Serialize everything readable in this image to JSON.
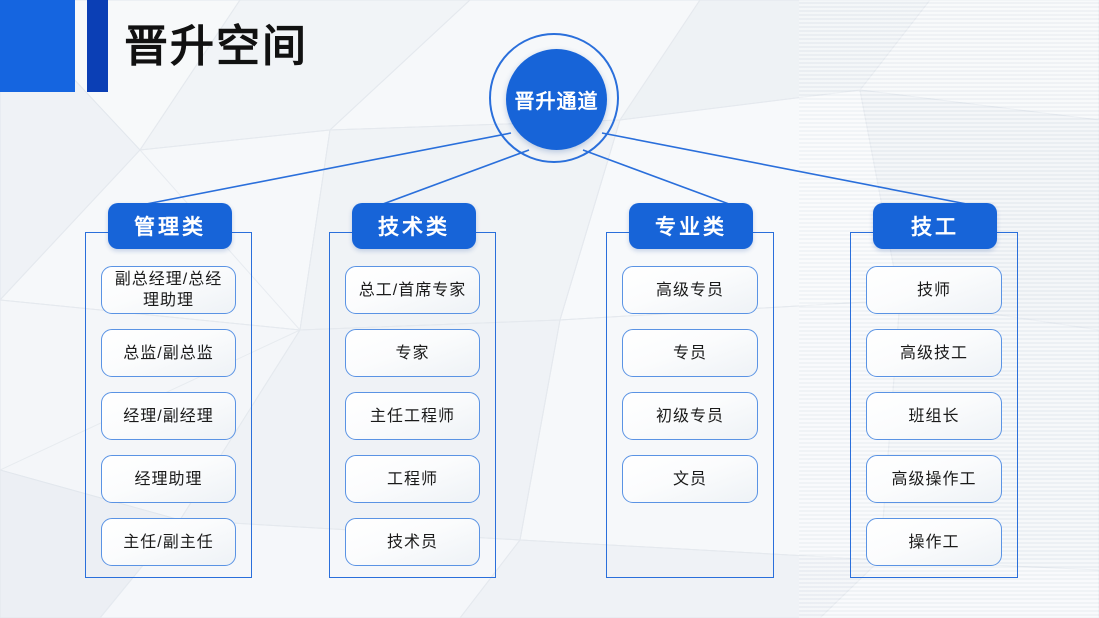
{
  "page": {
    "title": "晋升空间",
    "accent_blue": "#1764d8",
    "accent_dark_blue": "#0b3fb5",
    "line_blue": "#2a6fdb",
    "box_border": "#5a93e4",
    "background": "#f4f6f8"
  },
  "hub": {
    "label": "晋升通道"
  },
  "columns": [
    {
      "header": "管理类",
      "items": [
        "副总经理/总经理助理",
        "总监/副总监",
        "经理/副经理",
        "经理助理",
        "主任/副主任"
      ]
    },
    {
      "header": "技术类",
      "items": [
        "总工/首席专家",
        "专家",
        "主任工程师",
        "工程师",
        "技术员"
      ]
    },
    {
      "header": "专业类",
      "items": [
        "高级专员",
        "专员",
        "初级专员",
        "文员"
      ]
    },
    {
      "header": "技工",
      "items": [
        "技师",
        "高级技工",
        "班组长",
        "高级操作工",
        "操作工"
      ]
    }
  ]
}
